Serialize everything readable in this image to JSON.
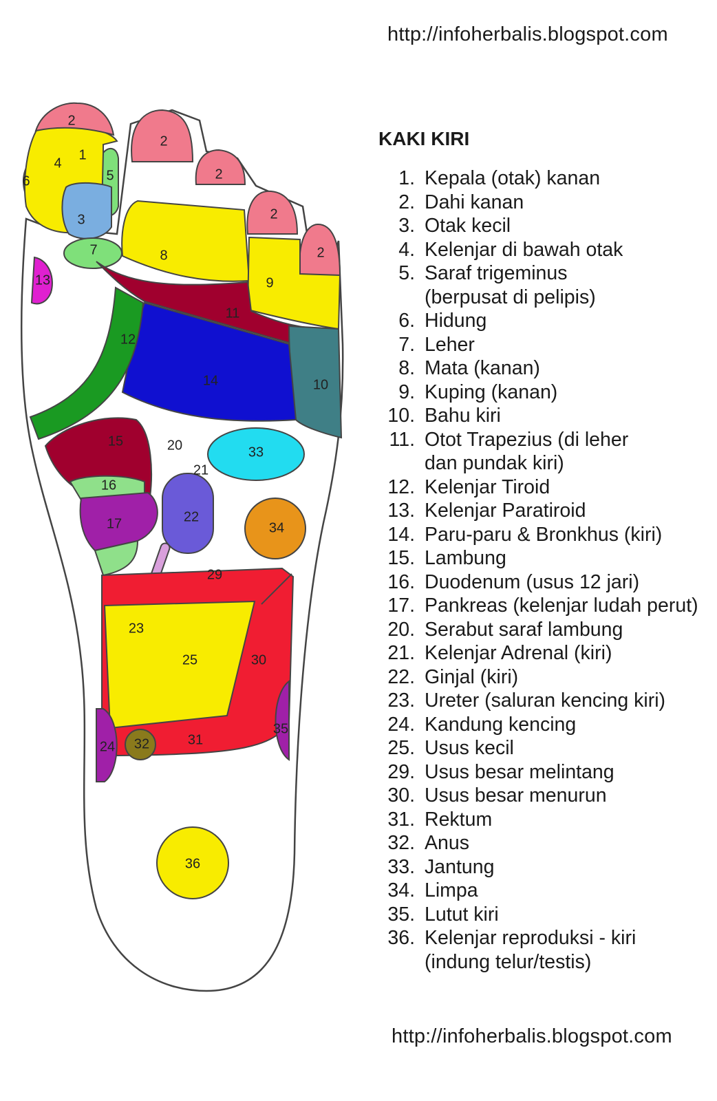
{
  "urls": {
    "top": "http://infoherbalis.blogspot.com",
    "bottom": "http://infoherbalis.blogspot.com"
  },
  "legend": {
    "title": "KAKI KIRI",
    "items": [
      {
        "num": "1.",
        "lines": [
          "Kepala (otak) kanan"
        ]
      },
      {
        "num": "2.",
        "lines": [
          "Dahi kanan"
        ]
      },
      {
        "num": "3.",
        "lines": [
          "Otak kecil"
        ]
      },
      {
        "num": "4.",
        "lines": [
          "Kelenjar di bawah otak"
        ]
      },
      {
        "num": "5.",
        "lines": [
          "Saraf trigeminus",
          "(berpusat di pelipis)"
        ]
      },
      {
        "num": "6.",
        "lines": [
          "Hidung"
        ]
      },
      {
        "num": "7.",
        "lines": [
          "Leher"
        ]
      },
      {
        "num": "8.",
        "lines": [
          "Mata (kanan)"
        ]
      },
      {
        "num": "9.",
        "lines": [
          "Kuping (kanan)"
        ]
      },
      {
        "num": "10.",
        "lines": [
          "Bahu kiri"
        ]
      },
      {
        "num": "11.",
        "lines": [
          "Otot Trapezius (di leher",
          "dan pundak kiri)"
        ]
      },
      {
        "num": "12.",
        "lines": [
          "Kelenjar Tiroid"
        ]
      },
      {
        "num": "13.",
        "lines": [
          "Kelenjar Paratiroid"
        ]
      },
      {
        "num": "14.",
        "lines": [
          "Paru-paru & Bronkhus (kiri)"
        ]
      },
      {
        "num": "15.",
        "lines": [
          "Lambung"
        ]
      },
      {
        "num": "16.",
        "lines": [
          "Duodenum (usus 12 jari)"
        ]
      },
      {
        "num": "17.",
        "lines": [
          "Pankreas (kelenjar ludah perut)"
        ]
      },
      {
        "num": "20.",
        "lines": [
          "Serabut saraf lambung"
        ]
      },
      {
        "num": "21.",
        "lines": [
          "Kelenjar Adrenal (kiri)"
        ]
      },
      {
        "num": "22.",
        "lines": [
          "Ginjal (kiri)"
        ]
      },
      {
        "num": "23.",
        "lines": [
          "Ureter (saluran kencing kiri)"
        ]
      },
      {
        "num": "24.",
        "lines": [
          "Kandung kencing"
        ]
      },
      {
        "num": "25.",
        "lines": [
          "Usus kecil"
        ]
      },
      {
        "num": "29.",
        "lines": [
          "Usus besar melintang"
        ]
      },
      {
        "num": "30.",
        "lines": [
          "Usus besar menurun"
        ]
      },
      {
        "num": "31.",
        "lines": [
          "Rektum"
        ]
      },
      {
        "num": "32.",
        "lines": [
          "Anus"
        ]
      },
      {
        "num": "33.",
        "lines": [
          "Jantung"
        ]
      },
      {
        "num": "34.",
        "lines": [
          "Limpa"
        ]
      },
      {
        "num": "35.",
        "lines": [
          "Lutut kiri"
        ]
      },
      {
        "num": "36.",
        "lines": [
          "Kelenjar reproduksi - kiri",
          "(indung telur/testis)"
        ]
      }
    ]
  },
  "diagram": {
    "labels": {
      "l1": "1",
      "l2a": "2",
      "l2b": "2",
      "l2c": "2",
      "l2d": "2",
      "l2e": "2",
      "l3": "3",
      "l4": "4",
      "l5": "5",
      "l6": "6",
      "l7": "7",
      "l8": "8",
      "l9": "9",
      "l10": "10",
      "l11": "11",
      "l12": "12",
      "l13": "13",
      "l14": "14",
      "l15": "15",
      "l16": "16",
      "l17": "17",
      "l20": "20",
      "l21": "21",
      "l22": "22",
      "l23": "23",
      "l24": "24",
      "l25": "25",
      "l29": "29",
      "l30": "30",
      "l31": "31",
      "l32": "32",
      "l33": "33",
      "l34": "34",
      "l35": "35",
      "l36": "36"
    },
    "colors": {
      "pink": "#f07a8c",
      "yellow": "#f8ec00",
      "light_blue": "#7aaee0",
      "light_green": "#7fe07a",
      "magenta": "#e020d0",
      "dark_red": "#a0002e",
      "green": "#1a9a22",
      "blue": "#1010d0",
      "teal": "#3f7f86",
      "mint": "#8fe08a",
      "purple": "#a020a8",
      "red": "#f01d32",
      "cyan": "#22dcf0",
      "orange": "#e8941a",
      "violet": "#6a5ad8",
      "lilac": "#d9a0dc",
      "olive": "#8a7a1c"
    }
  }
}
